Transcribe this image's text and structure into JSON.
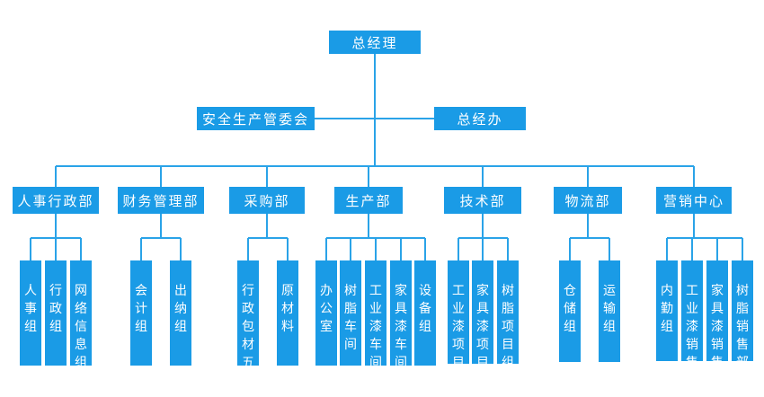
{
  "colors": {
    "box": "#1a9be6",
    "line": "#2aa3e8",
    "text": "#ffffff"
  },
  "root": "总经理",
  "assist_left": "安全生产管委会",
  "assist_right": "总经办",
  "departments": [
    {
      "label": "人事行政部",
      "groups": [
        "人事组",
        "行政组",
        "网络信息组"
      ]
    },
    {
      "label": "财务管理部",
      "groups": [
        "会计组",
        "出纳组"
      ]
    },
    {
      "label": "采购部",
      "groups": [
        "行政包材五金",
        "原材料"
      ]
    },
    {
      "label": "生产部",
      "groups": [
        "办公室",
        "树脂车间",
        "工业漆车间",
        "家具漆车间",
        "设备组"
      ]
    },
    {
      "label": "技术部",
      "groups": [
        "工业漆项目组",
        "家具漆项目组",
        "树脂项目组"
      ]
    },
    {
      "label": "物流部",
      "groups": [
        "仓储组",
        "运输组"
      ]
    },
    {
      "label": "营销中心",
      "groups": [
        "内勤组",
        "工业漆销售部",
        "家具漆销售部",
        "树脂销售部"
      ]
    }
  ]
}
